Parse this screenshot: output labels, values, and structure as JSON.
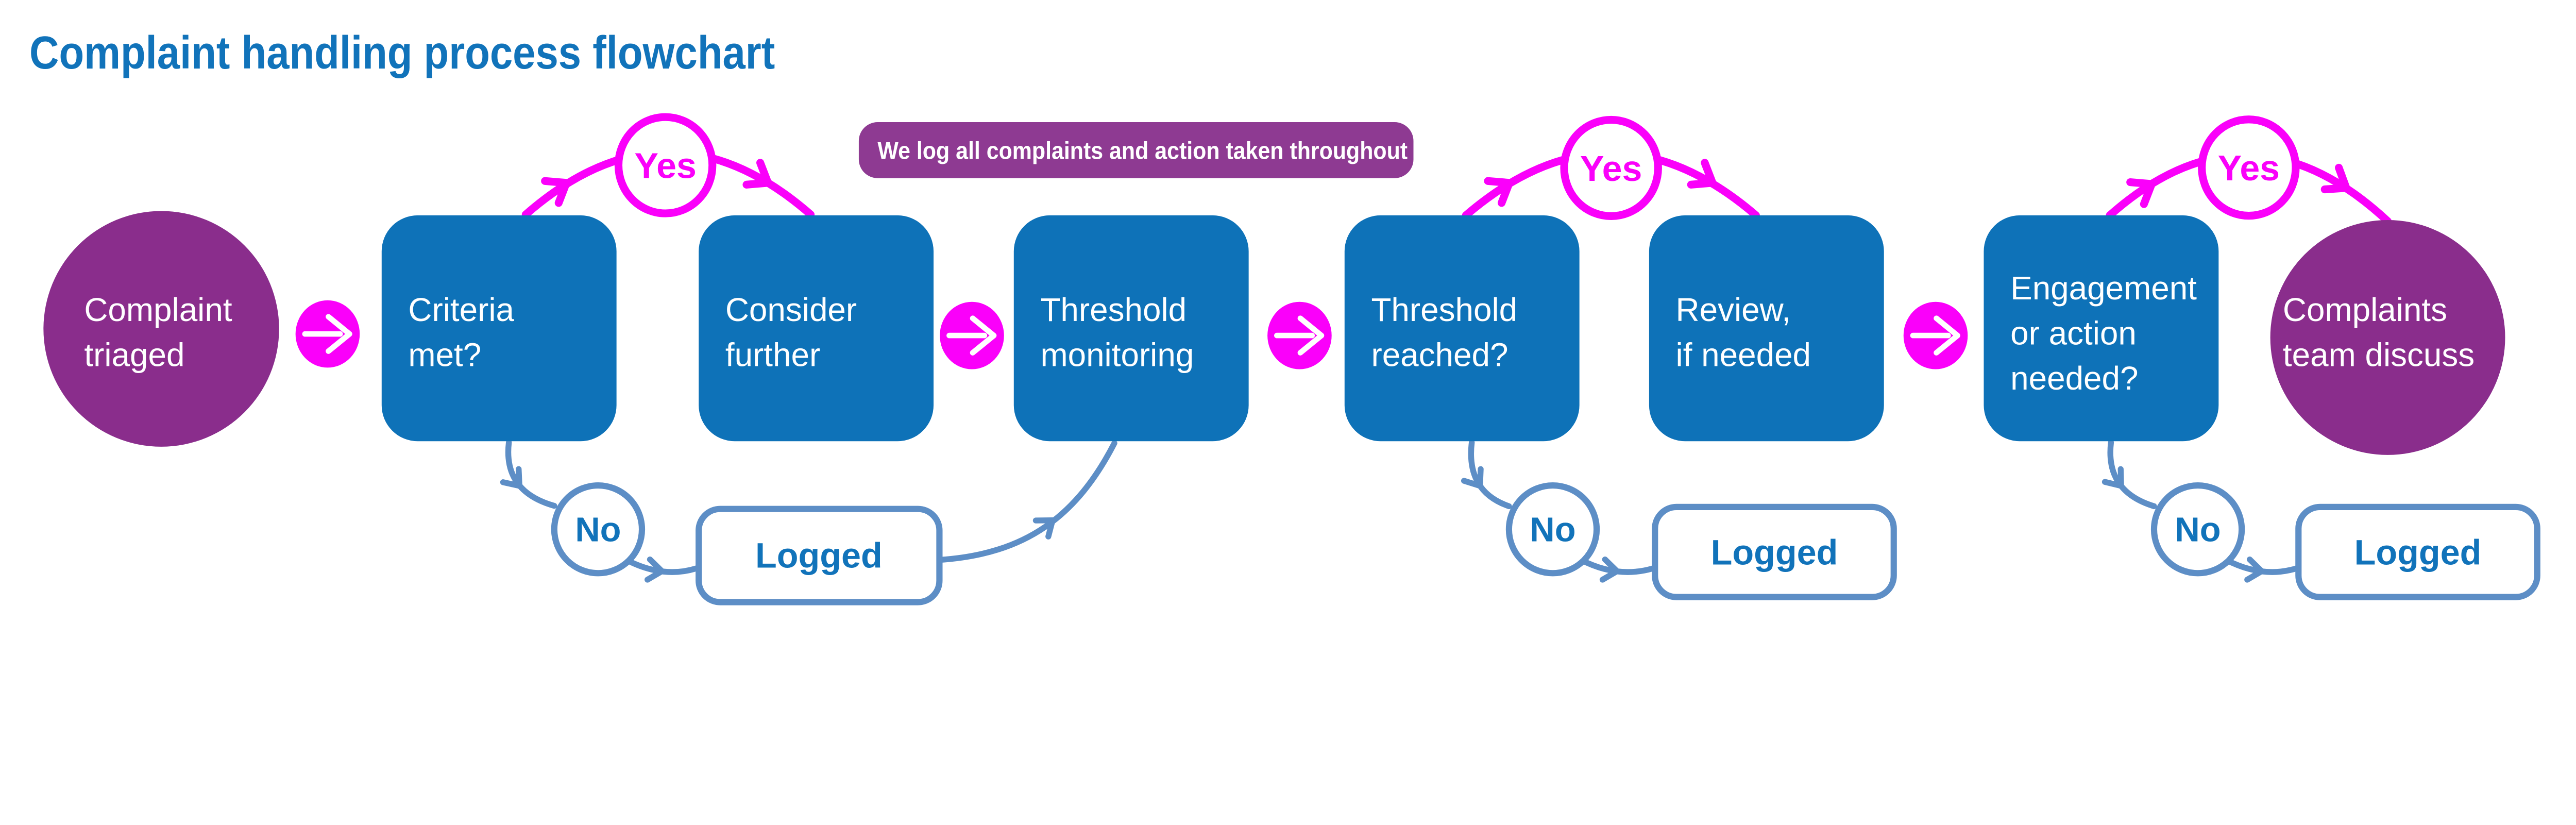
{
  "page": {
    "title": "Complaint handling process flowchart"
  },
  "banner": {
    "label": "We log all complaints and action taken throughout"
  },
  "labels": {
    "yes": "Yes",
    "no": "No",
    "logged": "Logged"
  },
  "nodes": [
    {
      "id": "complaint-triaged",
      "shape": "circle",
      "lines": [
        "Complaint",
        "triaged"
      ]
    },
    {
      "id": "criteria-met",
      "shape": "rounded-box",
      "lines": [
        "Criteria",
        "met?"
      ]
    },
    {
      "id": "consider-further",
      "shape": "rounded-box",
      "lines": [
        "Consider",
        "further"
      ]
    },
    {
      "id": "threshold-monitoring",
      "shape": "rounded-box",
      "lines": [
        "Threshold",
        "monitoring"
      ]
    },
    {
      "id": "threshold-reached",
      "shape": "rounded-box",
      "lines": [
        "Threshold",
        "reached?"
      ]
    },
    {
      "id": "review-if-needed",
      "shape": "rounded-box",
      "lines": [
        "Review,",
        "if needed"
      ]
    },
    {
      "id": "engagement-or-action-needed",
      "shape": "rounded-box",
      "lines": [
        "Engagement",
        "or action",
        "needed?"
      ]
    },
    {
      "id": "complaints-team-discuss",
      "shape": "circle",
      "lines": [
        "Complaints",
        "team discuss"
      ]
    }
  ],
  "colors": {
    "title_text": "#1173ba",
    "process_box": "#0e72b8",
    "start_end_circle": "#8a2d8c",
    "banner_bg": "#8e3a92",
    "arrow_magenta": "#fa00fa",
    "branch_steel_blue": "#5d8ec6",
    "branch_text_blue": "#1173ba",
    "node_text": "#ffffff"
  }
}
